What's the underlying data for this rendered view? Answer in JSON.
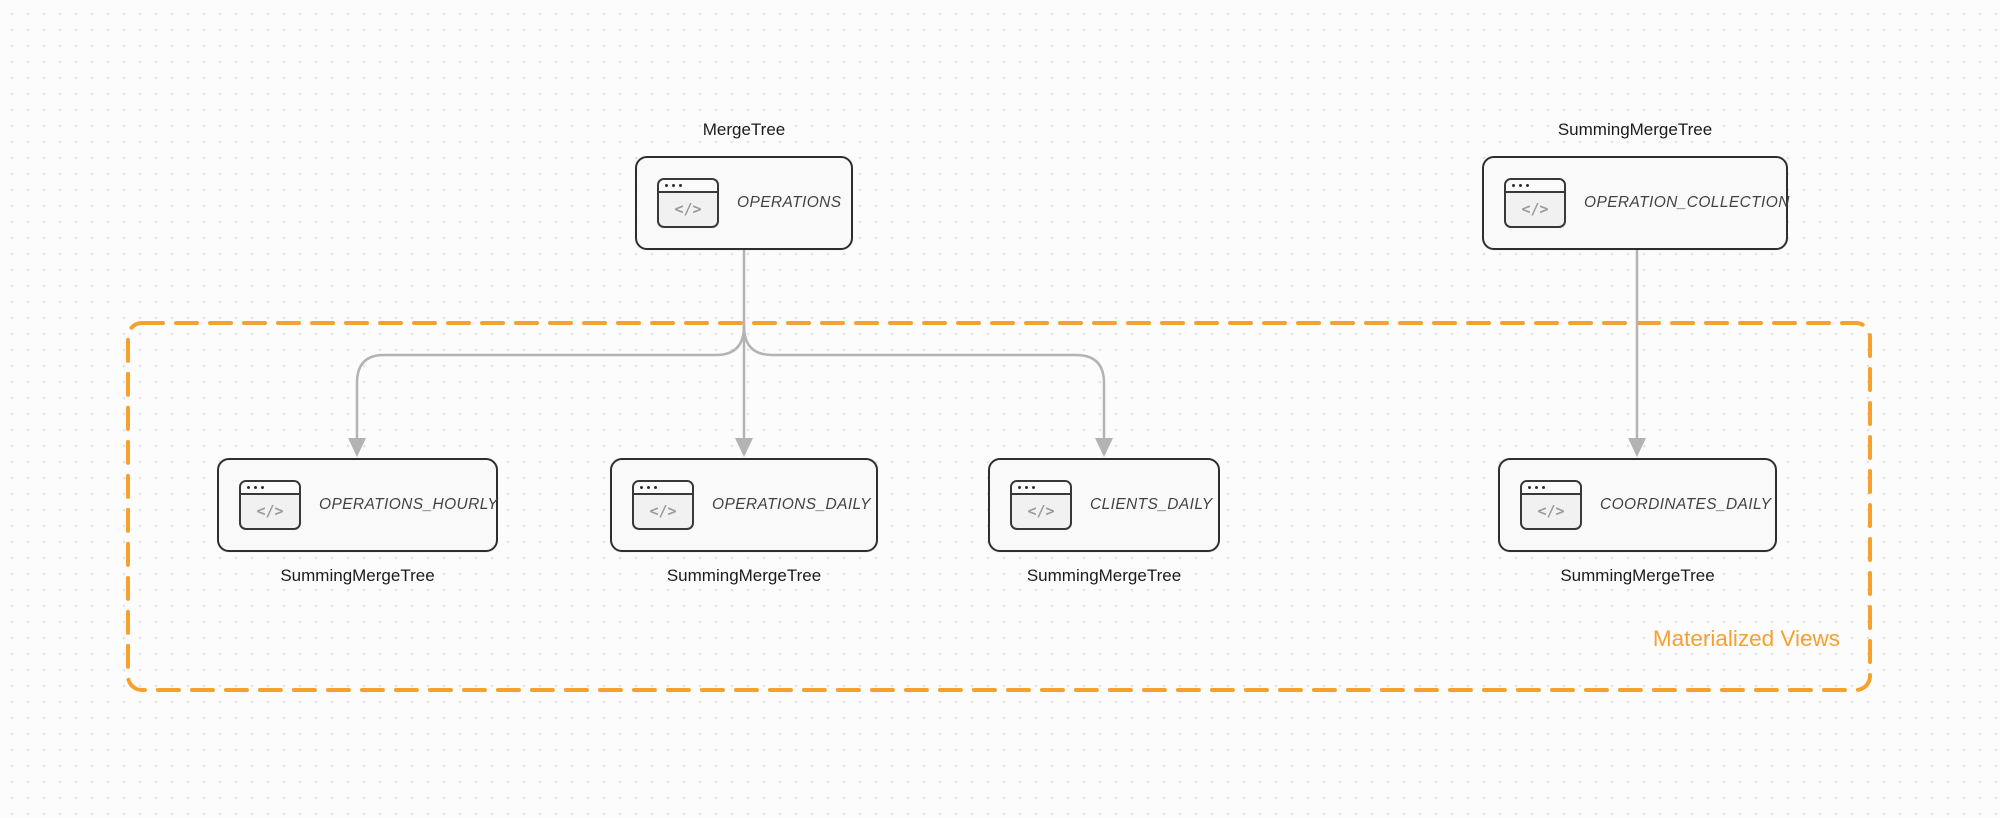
{
  "diagram": {
    "group": {
      "label": "Materialized Views",
      "border_style": "dashed",
      "color": "#f6a12e"
    },
    "colors": {
      "node_border": "#2e2e2e",
      "node_fill": "#f8f9f8",
      "arrow": "#b3b3b3",
      "engine_text": "#1b1b1b",
      "node_text": "#424242",
      "background": "#fcfcfc"
    },
    "icon": {
      "name": "code-window-icon",
      "glyph": "</>"
    },
    "nodes": {
      "operations": {
        "engine": "MergeTree",
        "title": "OPERATIONS"
      },
      "operation_collection": {
        "engine": "SummingMergeTree",
        "title": "OPERATION_COLLECTION"
      },
      "operations_hourly": {
        "engine": "SummingMergeTree",
        "title": "OPERATIONS_HOURLY"
      },
      "operations_daily": {
        "engine": "SummingMergeTree",
        "title": "OPERATIONS_DAILY"
      },
      "clients_daily": {
        "engine": "SummingMergeTree",
        "title": "CLIENTS_DAILY"
      },
      "coordinates_daily": {
        "engine": "SummingMergeTree",
        "title": "COORDINATES_DAILY"
      }
    },
    "edges": [
      {
        "from": "operations",
        "to": "operations_hourly"
      },
      {
        "from": "operations",
        "to": "operations_daily"
      },
      {
        "from": "operations",
        "to": "clients_daily"
      },
      {
        "from": "operation_collection",
        "to": "coordinates_daily"
      }
    ]
  }
}
